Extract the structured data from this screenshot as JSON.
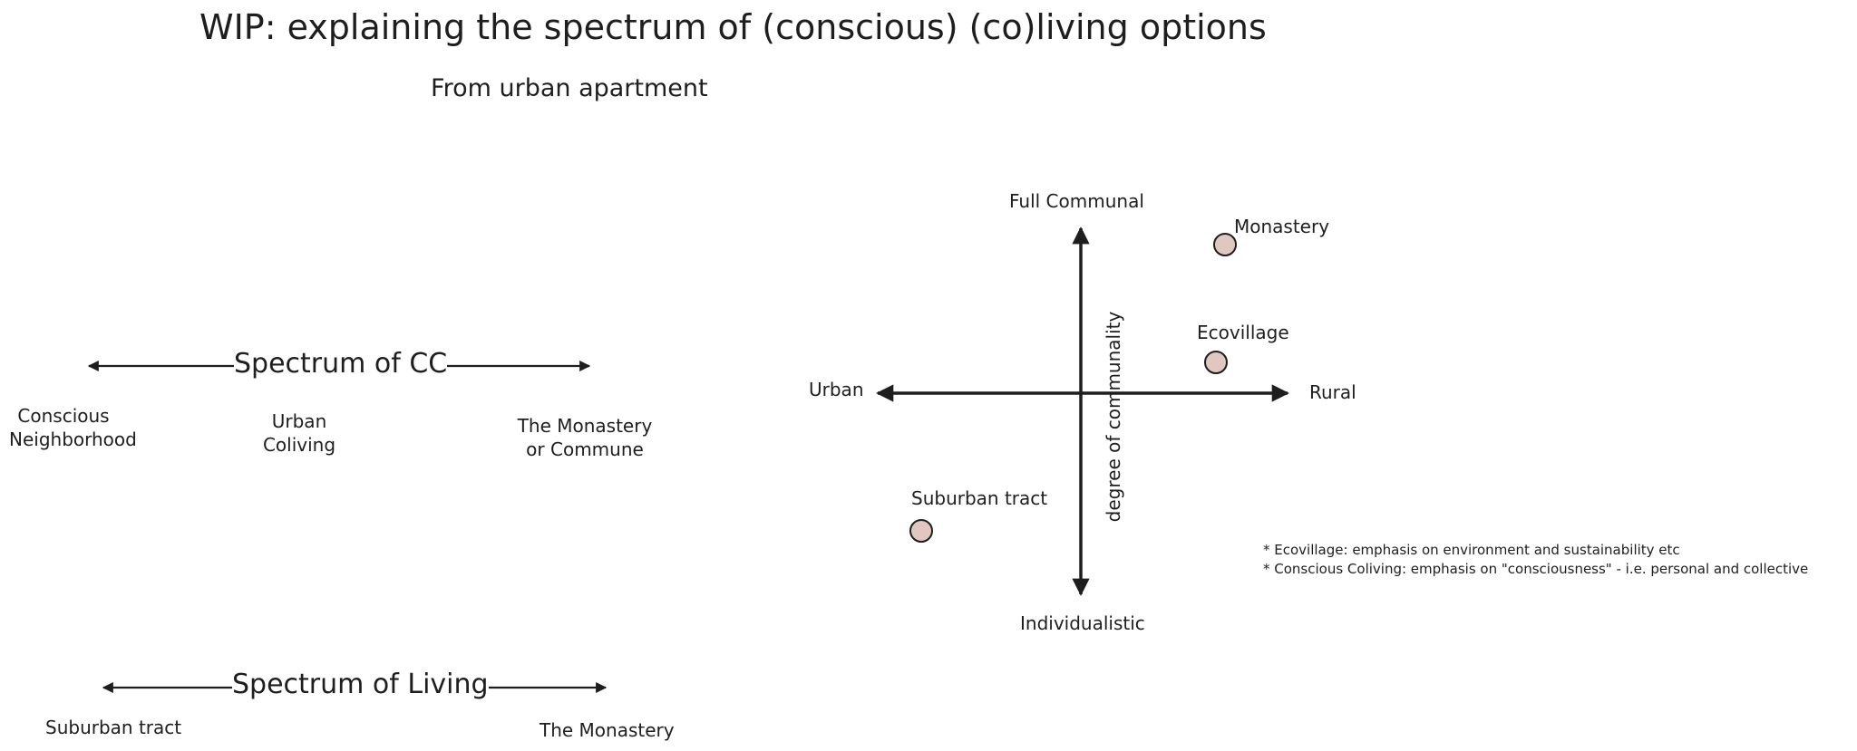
{
  "title": "WIP: explaining the spectrum of (conscious) (co)living options",
  "subtitle": "From urban apartment",
  "spectrum_cc": {
    "label": "Spectrum of CC",
    "points": [
      [
        "Conscious",
        "Neighborhood"
      ],
      [
        "Urban",
        "Coliving"
      ],
      [
        "The Monastery",
        "or Commune"
      ]
    ]
  },
  "spectrum_living": {
    "label": "Spectrum of Living",
    "points": [
      "Suburban tract",
      "The Monastery"
    ]
  },
  "quadrant": {
    "top_label": "Full Communal",
    "bottom_label": "Individualistic",
    "left_label": "Urban",
    "right_label": "Rural",
    "y_axis_label": "degree of communality",
    "points": [
      {
        "label": "Monastery"
      },
      {
        "label": "Ecovillage"
      },
      {
        "label": "Suburban tract"
      }
    ],
    "point_color": "#e0c8c0"
  },
  "notes": [
    "* Ecovillage: emphasis on environment and sustainability etc",
    "* Conscious Coliving: emphasis on \"consciousness\" - i.e. personal and collective"
  ]
}
